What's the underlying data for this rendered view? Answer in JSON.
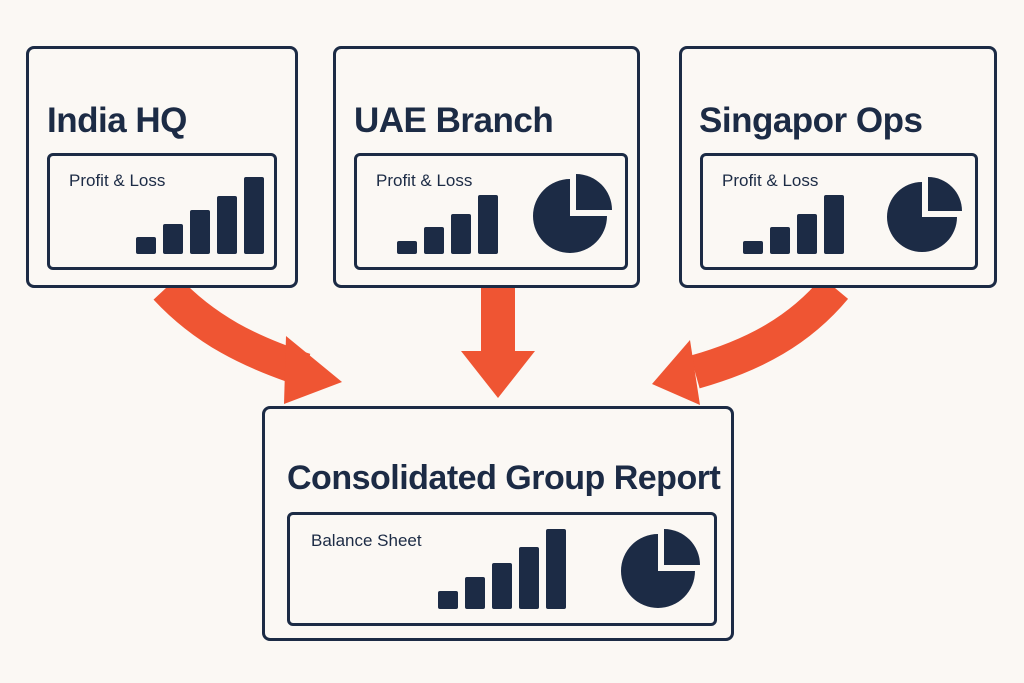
{
  "colors": {
    "background": "#fbf8f4",
    "ink": "#1c2b45",
    "arrow": "#ef5533"
  },
  "entities": [
    {
      "id": "india",
      "title": "India HQ",
      "panel_label": "Profit & Loss",
      "icons": [
        "bar-chart-icon"
      ]
    },
    {
      "id": "uae",
      "title": "UAE Branch",
      "panel_label": "Profit & Loss",
      "icons": [
        "bar-chart-icon",
        "pie-chart-icon"
      ]
    },
    {
      "id": "sg",
      "title": "Singapor Ops",
      "panel_label": "Profit & Loss",
      "icons": [
        "bar-chart-icon",
        "pie-chart-icon"
      ]
    }
  ],
  "consolidated": {
    "title": "Consolidated Group Report",
    "panel_label": "Balance Sheet",
    "icons": [
      "bar-chart-icon",
      "pie-chart-icon"
    ]
  },
  "flows": [
    {
      "from": "india",
      "to": "consolidated"
    },
    {
      "from": "uae",
      "to": "consolidated"
    },
    {
      "from": "sg",
      "to": "consolidated"
    }
  ]
}
